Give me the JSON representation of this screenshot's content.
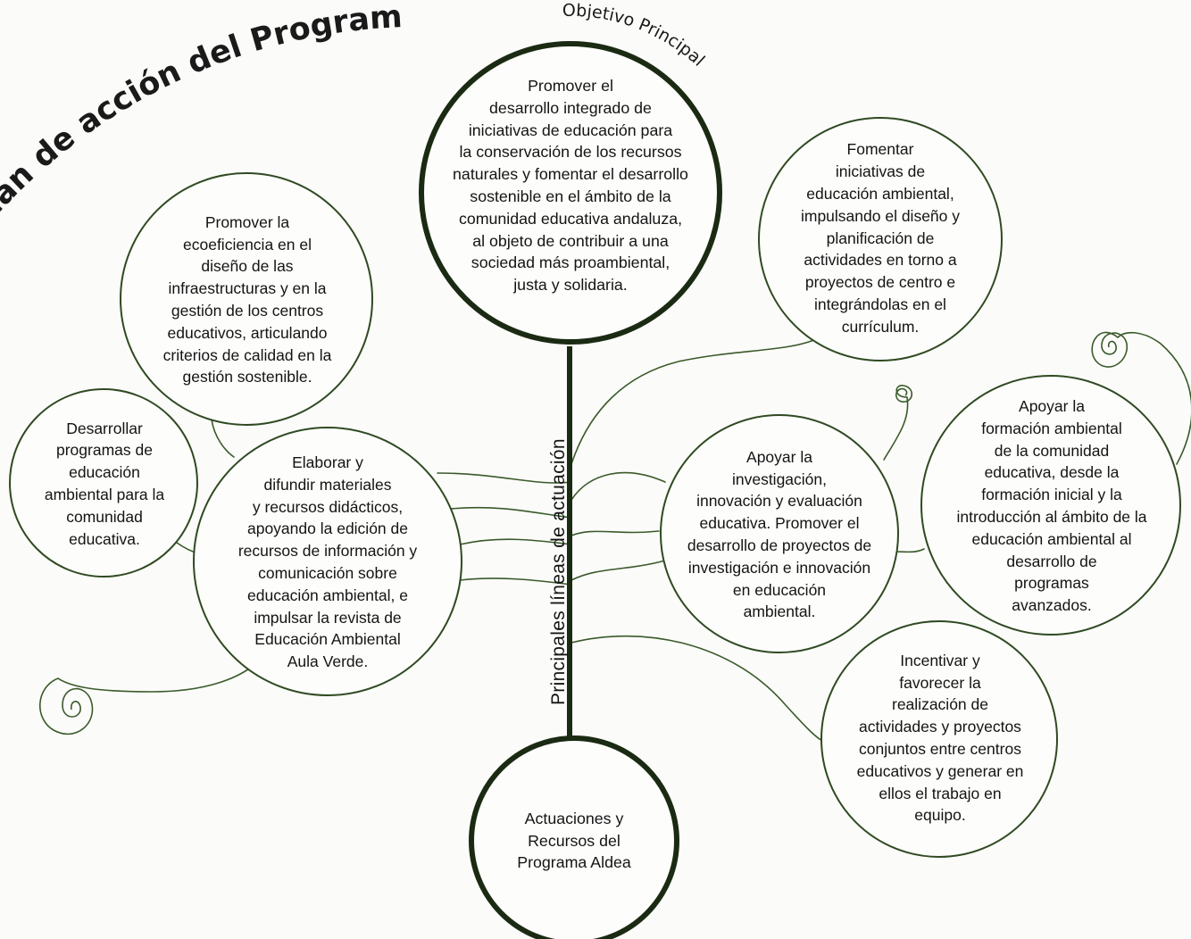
{
  "title": "Plan de acción del Programa Aldea",
  "objective_label": "Objetivo Principal",
  "axis_label": "Principales líneas de actuación",
  "objective": {
    "text": "Promover el\ndesarrollo integrado de\niniciativas de educación para\nla conservación de los recursos\nnaturales y fomentar el desarrollo\nsostenible en el ámbito de la\ncomunidad educativa andaluza,\nal objeto de contribuir a una\nsociedad más proambiental,\njusta y solidaria."
  },
  "root": {
    "text": "Actuaciones y\nRecursos del\nPrograma Aldea"
  },
  "lines": [
    {
      "id": "ecoeficiencia",
      "text": "Promover la\necoeficiencia en el\ndiseño de las\ninfraestructuras y en la\ngestión de los centros\neducativos, articulando\ncriterios de calidad en la\ngestión sostenible."
    },
    {
      "id": "programas",
      "text": "Desarrollar\nprogramas de\neducación\nambiental para la\ncomunidad\neducativa."
    },
    {
      "id": "materiales",
      "text": "Elaborar y\ndifundir materiales\ny recursos didácticos,\napoyando la edición de\nrecursos de información y\ncomunicación sobre\neducación ambiental, e\nimpulsar la revista de\nEducación Ambiental\nAula Verde."
    },
    {
      "id": "iniciativas",
      "text": "Fomentar\niniciativas de\neducación ambiental,\nimpulsando el diseño y\nplanificación de\nactividades en torno a\nproyectos de centro e\nintegrándolas en el\ncurrículum."
    },
    {
      "id": "investigacion",
      "text": "Apoyar la\ninvestigación,\ninnovación y evaluación\neducativa. Promover el\ndesarrollo de proyectos de\ninvestigación e innovación\nen educación\nambiental."
    },
    {
      "id": "formacion",
      "text": "Apoyar  la\nformación ambiental\nde la comunidad\neducativa, desde la\nformación inicial y la\nintroducción al ámbito de la\neducación ambiental al\ndesarrollo de\nprogramas\navanzados."
    },
    {
      "id": "cooperacion",
      "text": "Incentivar y\nfavorecer la\nrealización de\nactividades y proyectos\nconjuntos entre centros\neducativos y generar en\nellos el trabajo en\nequipo."
    }
  ],
  "colors": {
    "stroke": "#2f4a22",
    "trunk": "#1b2a12",
    "text": "#141414"
  }
}
